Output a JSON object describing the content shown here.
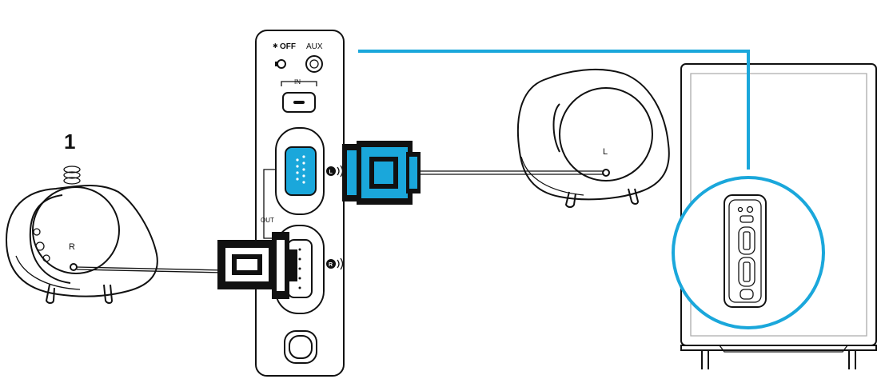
{
  "step": {
    "number": "1"
  },
  "control_panel": {
    "bluetooth_off_label": "OFF",
    "aux_label": "AUX",
    "in_label": "IN",
    "out_label": "OUT"
  },
  "speakers": {
    "right_label": "R",
    "left_label": "L"
  },
  "colors": {
    "accent": "#1aa7db",
    "outline": "#111111",
    "background": "#ffffff"
  },
  "icons": [
    "bluetooth-icon",
    "left-speaker-output-icon",
    "right-speaker-output-icon",
    "power-icon"
  ]
}
